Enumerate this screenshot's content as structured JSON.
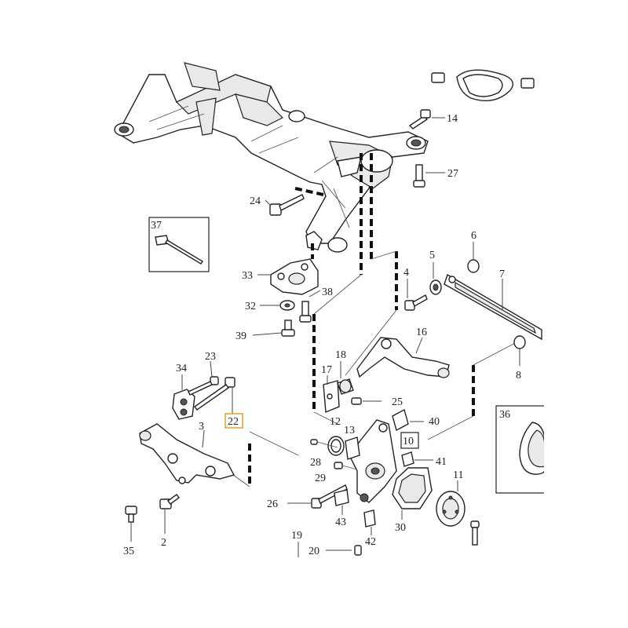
{
  "diagram": {
    "callouts": {
      "p2": "2",
      "p3": "3",
      "p4": "4",
      "p5": "5",
      "p6": "6",
      "p7": "7",
      "p8": "8",
      "p10": "10",
      "p11": "11",
      "p12": "12",
      "p13": "13",
      "p14": "14",
      "p16": "16",
      "p17": "17",
      "p18": "18",
      "p19": "19",
      "p20": "20",
      "p22": "22",
      "p23": "23",
      "p24": "24",
      "p25": "25",
      "p26": "26",
      "p27": "27",
      "p28": "28",
      "p29": "29",
      "p30": "30",
      "p32": "32",
      "p33": "33",
      "p34": "34",
      "p35": "35",
      "p36": "36",
      "p37": "37",
      "p38": "38",
      "p39": "39",
      "p40": "40",
      "p41": "41",
      "p42": "42",
      "p43": "43"
    },
    "highlighted_callout": "22",
    "colors": {
      "highlight": "#e3a21a",
      "lines": "#222222"
    }
  }
}
